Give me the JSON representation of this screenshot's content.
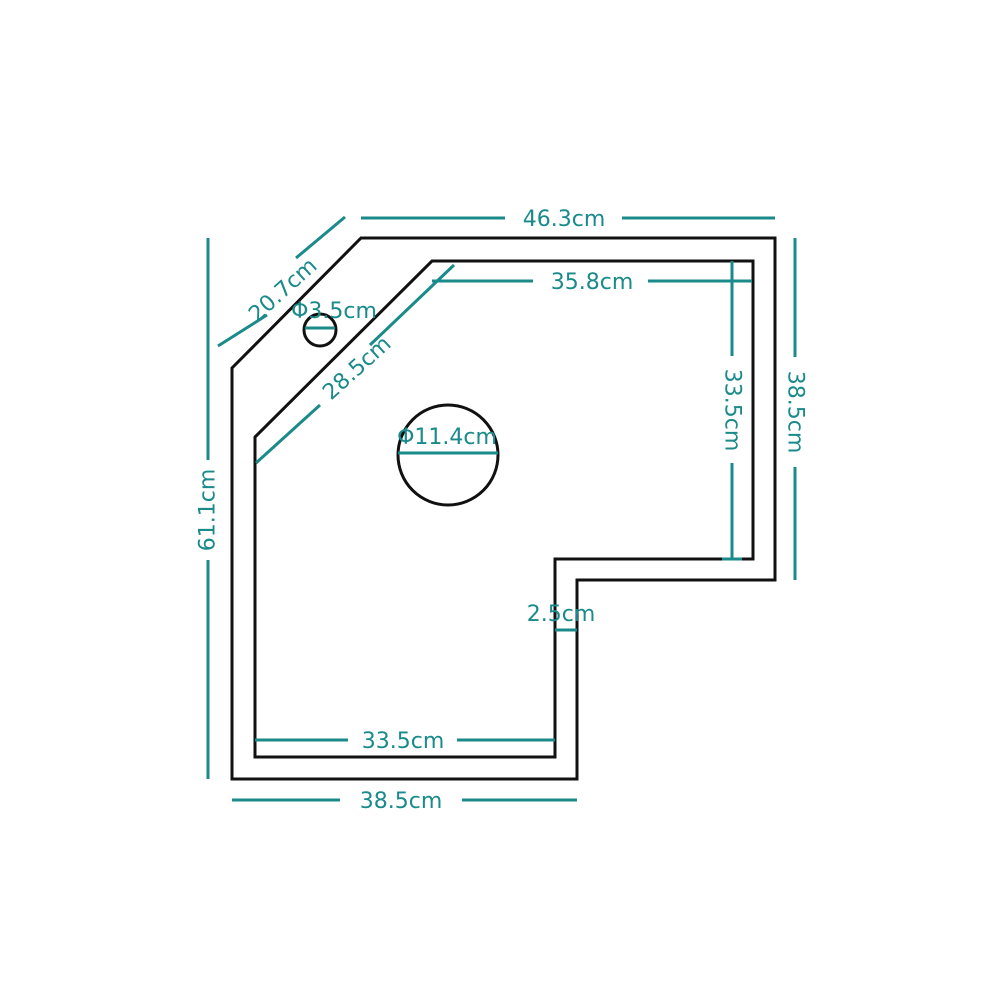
{
  "colors": {
    "outline": "#111111",
    "dimension": "#1a8a8a",
    "background": "#ffffff"
  },
  "dimensions": {
    "top_outer": "46.3cm",
    "top_inner": "35.8cm",
    "diagonal_outer": "20.7cm",
    "diagonal_inner": "28.5cm",
    "small_hole": "Φ3.5cm",
    "drain_hole": "Φ11.4cm",
    "right_outer": "38.5cm",
    "right_inner": "33.5cm",
    "left_outer": "61.1cm",
    "rim": "2.5cm",
    "bottom_inner": "33.5cm",
    "bottom_outer": "38.5cm"
  }
}
